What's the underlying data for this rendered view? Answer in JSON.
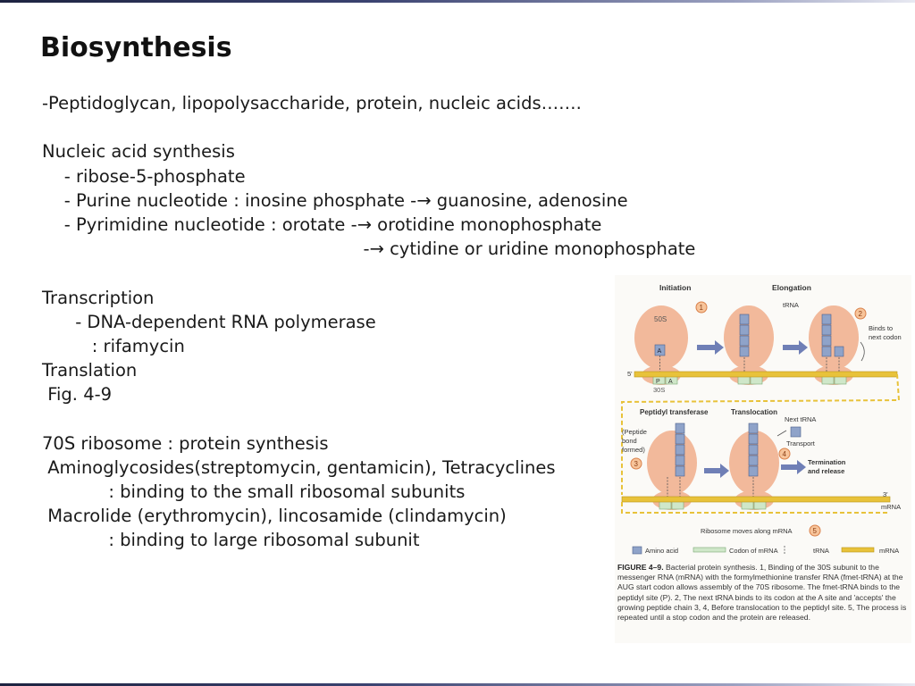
{
  "slide": {
    "title": "Biosynthesis",
    "lines": [
      "-Peptidoglycan, lipopolysaccharide, protein, nucleic acids…….",
      "",
      "Nucleic acid synthesis",
      "    - ribose-5-phosphate",
      "    - Purine nucleotide : inosine phosphate -→ guanosine, adenosine",
      "    - Pyrimidine nucleotide : orotate -→ orotidine monophosphate",
      "                                                          -→ cytidine or uridine monophosphate",
      "",
      "Transcription",
      "      - DNA-dependent RNA polymerase",
      "         : rifamycin",
      "Translation",
      " Fig. 4-9",
      "",
      "70S ribosome : protein synthesis",
      " Aminoglycosides(streptomycin, gentamicin), Tetracyclines",
      "            : binding to the small ribosomal subunits",
      " Macrolide (erythromycin), lincosamide (clindamycin)",
      "            : binding to large ribosomal subunit"
    ]
  },
  "figure": {
    "labels": {
      "initiation": "Initiation",
      "elongation": "Elongation",
      "trna_top": "tRNA",
      "binds_to": "Binds to",
      "next_codon": "next codon",
      "subunit_50s": "50S",
      "subunit_30s": "30S",
      "five_prime": "5'",
      "three_prime": "3'",
      "mrna": "mRNA",
      "site_p": "P",
      "site_a": "A",
      "peptidyl_transferase": "Peptidyl transferase",
      "translocation": "Translocation",
      "next_trna": "Next tRNA",
      "transport": "Transport",
      "peptide_bond_1": "(Peptide",
      "peptide_bond_2": "bond",
      "peptide_bond_3": "formed)",
      "termination_1": "Termination",
      "termination_2": "and release",
      "ribosome_moves": "Ribosome moves along mRNA",
      "step1": "1",
      "step2": "2",
      "step3": "3",
      "step4": "4",
      "step5": "5",
      "aa": "A"
    },
    "legend": {
      "amino_acid": "Amino acid",
      "codon": "Codon of mRNA",
      "trna": "tRNA",
      "mrna": "mRNA"
    },
    "caption_label": "FIGURE 4–9.",
    "caption_text": "Bacterial protein synthesis. 1, Binding of the 30S subunit to the messenger RNA (mRNA) with the formylmethionine transfer RNA (fmet-tRNA) at the AUG start codon allows assembly of the 70S ribosome. The fmet-tRNA binds to the peptidyl site (P). 2, The next tRNA binds to its codon at the A site and 'accepts' the growing peptide chain 3, 4, Before translocation to the peptidyl site. 5, The process is repeated until a stop codon and the protein are released."
  },
  "colors": {
    "ribosome": "#f2b99b",
    "mrna": "#e8c23a",
    "codon": "#cfe7c9",
    "amino_acid": "#8fa3c9",
    "arrow": "#6f7fb6",
    "step": "#f0a070"
  }
}
